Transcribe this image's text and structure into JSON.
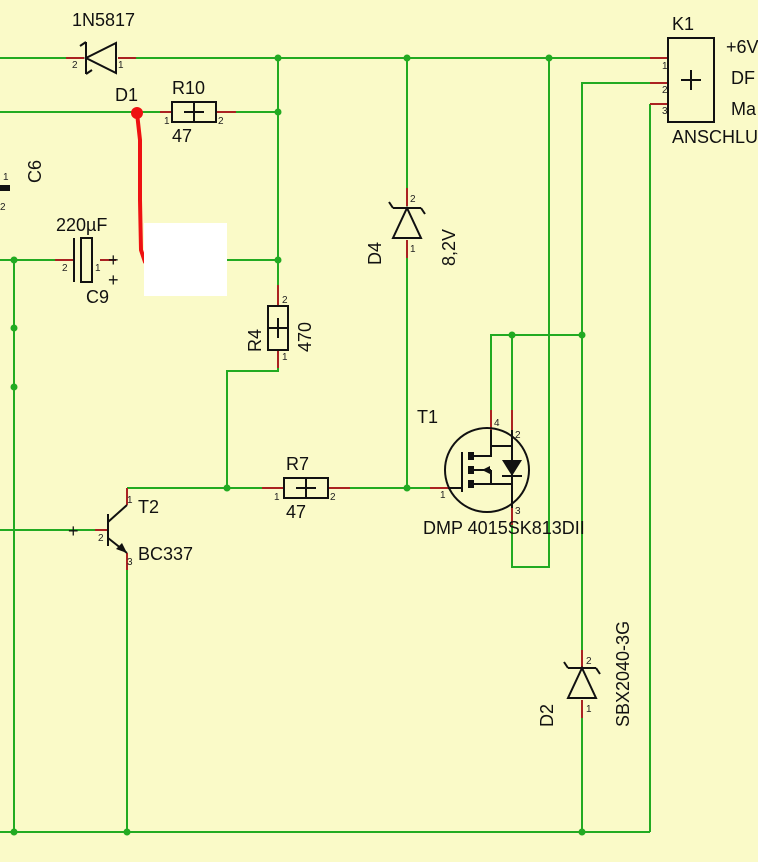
{
  "components": {
    "d_1n5817": {
      "label": "1N5817"
    },
    "d1": {
      "label": "D1"
    },
    "r10": {
      "label": "R10",
      "value": "47"
    },
    "c6": {
      "label": "C6"
    },
    "c9": {
      "label": "C9",
      "value": "220µF"
    },
    "d4": {
      "label": "D4",
      "value": "8,2V"
    },
    "r4": {
      "label": "R4",
      "value": "470"
    },
    "t1": {
      "label": "T1",
      "part": "DMP 4015SK813DII"
    },
    "r7": {
      "label": "R7",
      "value": "47"
    },
    "t2": {
      "label": "T2",
      "part": "BC337"
    },
    "d2": {
      "label": "D2",
      "part": "SBX2040-3G"
    },
    "k1": {
      "label": "K1",
      "part": "ANSCHLU",
      "pins": [
        "+6V",
        "DF",
        "Ma"
      ]
    }
  },
  "pins": {
    "p1": "1",
    "p2": "2",
    "p3": "3",
    "p4": "4"
  },
  "colors": {
    "background": "#fafac8",
    "wire": "#22aa22",
    "body": "#111111",
    "lead": "#aa2222",
    "highlight": "#ee1111",
    "mask": "#ffffff"
  }
}
